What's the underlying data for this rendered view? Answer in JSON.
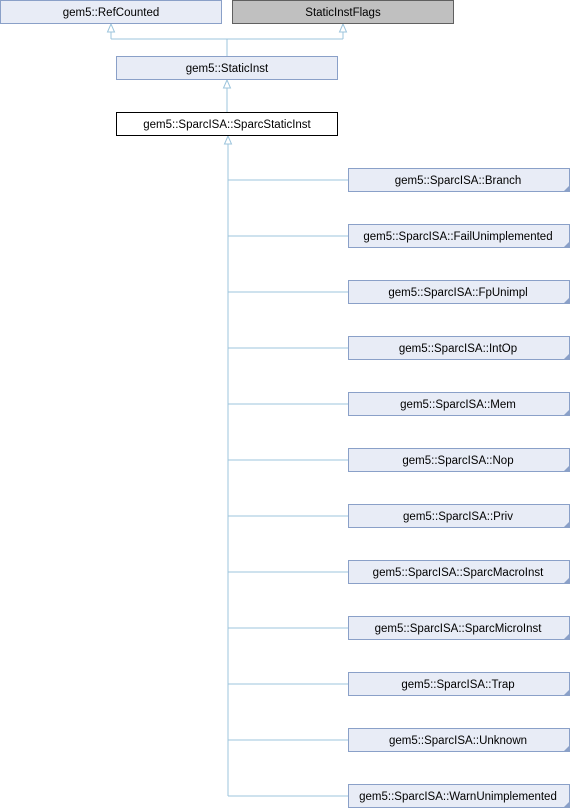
{
  "diagram": {
    "colors": {
      "node_fill": "#e8ecf6",
      "node_stroke": "#8aa0c8",
      "focus_fill": "#ffffff",
      "focus_stroke": "#000000",
      "flags_fill": "#c0c0c0",
      "flags_stroke": "#606060",
      "edge": "#9cc4dc"
    },
    "nodes": {
      "refcounted": "gem5::RefCounted",
      "staticinstflags": "StaticInstFlags",
      "staticinst": "gem5::StaticInst",
      "sparcstaticinst": "gem5::SparcISA::SparcStaticInst"
    },
    "children": [
      "gem5::SparcISA::Branch",
      "gem5::SparcISA::FailUnimplemented",
      "gem5::SparcISA::FpUnimpl",
      "gem5::SparcISA::IntOp",
      "gem5::SparcISA::Mem",
      "gem5::SparcISA::Nop",
      "gem5::SparcISA::Priv",
      "gem5::SparcISA::SparcMacroInst",
      "gem5::SparcISA::SparcMicroInst",
      "gem5::SparcISA::Trap",
      "gem5::SparcISA::Unknown",
      "gem5::SparcISA::WarnUnimplemented"
    ]
  }
}
